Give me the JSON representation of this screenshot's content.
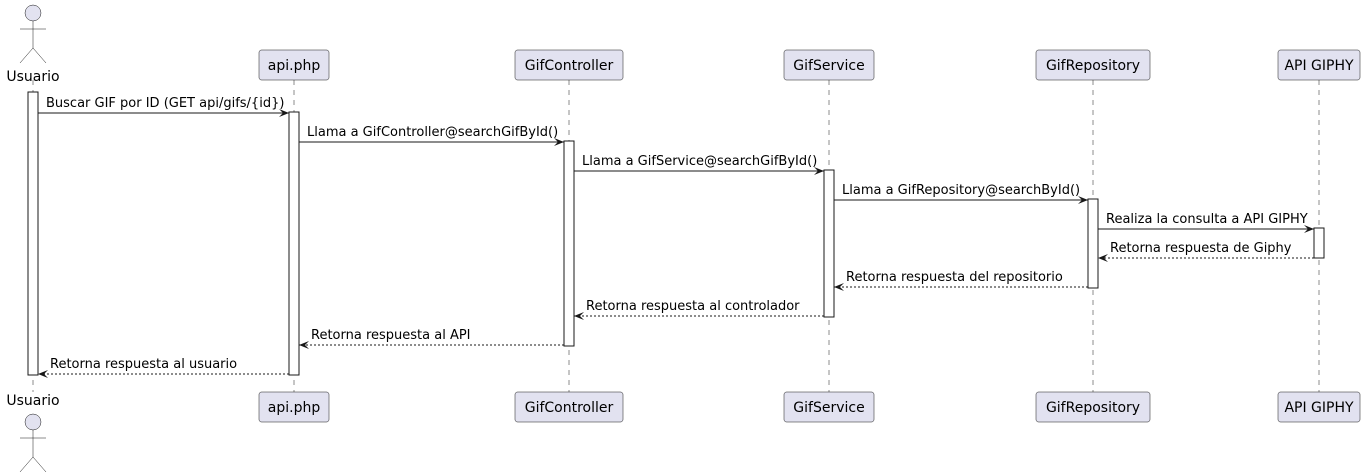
{
  "participants": [
    {
      "id": "usuario",
      "label": "Usuario",
      "kind": "actor"
    },
    {
      "id": "api",
      "label": "api.php",
      "kind": "box"
    },
    {
      "id": "controller",
      "label": "GifController",
      "kind": "box"
    },
    {
      "id": "service",
      "label": "GifService",
      "kind": "box"
    },
    {
      "id": "repository",
      "label": "GifRepository",
      "kind": "box"
    },
    {
      "id": "giphy",
      "label": "API GIPHY",
      "kind": "box"
    }
  ],
  "messages": [
    {
      "from": "usuario",
      "to": "api",
      "label": "Buscar GIF por ID (GET api/gifs/{id})",
      "type": "sync"
    },
    {
      "from": "api",
      "to": "controller",
      "label": "Llama a GifController@searchGifById()",
      "type": "sync"
    },
    {
      "from": "controller",
      "to": "service",
      "label": "Llama a GifService@searchGifById()",
      "type": "sync"
    },
    {
      "from": "service",
      "to": "repository",
      "label": "Llama a GifRepository@searchById()",
      "type": "sync"
    },
    {
      "from": "repository",
      "to": "giphy",
      "label": "Realiza la consulta a API GIPHY",
      "type": "sync"
    },
    {
      "from": "giphy",
      "to": "repository",
      "label": "Retorna respuesta de Giphy",
      "type": "return"
    },
    {
      "from": "repository",
      "to": "service",
      "label": "Retorna respuesta del repositorio",
      "type": "return"
    },
    {
      "from": "service",
      "to": "controller",
      "label": "Retorna respuesta al controlador",
      "type": "return"
    },
    {
      "from": "controller",
      "to": "api",
      "label": "Retorna respuesta al API",
      "type": "return"
    },
    {
      "from": "api",
      "to": "usuario",
      "label": "Retorna respuesta al usuario",
      "type": "return"
    }
  ],
  "colors": {
    "participant_fill": "#e2e2f0",
    "participant_stroke": "#181818",
    "lifeline": "#181818",
    "activation_fill": "#ffffff",
    "arrow": "#181818"
  }
}
